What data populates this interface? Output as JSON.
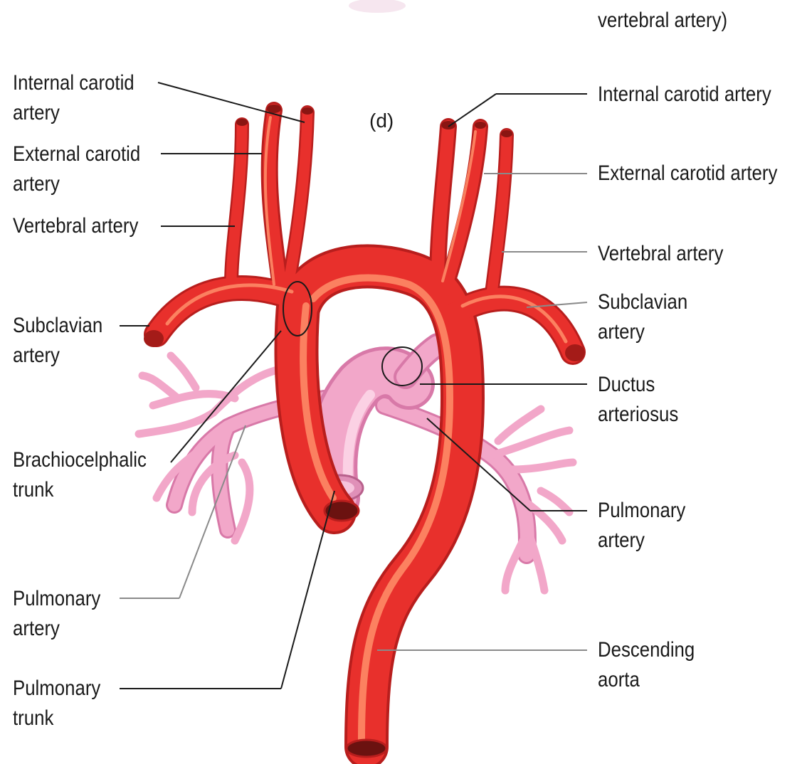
{
  "panel_label": "(d)",
  "top_fragment": "vertebral artery)",
  "colors": {
    "artery": "#e8302c",
    "artery_dark": "#b81e1d",
    "artery_highlight": "#ff8f6a",
    "pulmonary": "#f2a7c9",
    "pulmonary_dark": "#d879a8",
    "leader_line": "#1a1a1a"
  },
  "labels": {
    "left": {
      "internal_carotid": [
        "Internal carotid",
        "artery"
      ],
      "external_carotid": [
        "External carotid",
        "artery"
      ],
      "vertebral": [
        "Vertebral artery"
      ],
      "subclavian": [
        "Subclavian",
        "artery"
      ],
      "brachiocephalic": [
        "Brachiocelphalic",
        "trunk"
      ],
      "pulmonary_artery": [
        "Pulmonary",
        "artery"
      ],
      "pulmonary_trunk": [
        "Pulmonary",
        "trunk"
      ]
    },
    "right": {
      "internal_carotid": [
        "Internal carotid artery"
      ],
      "external_carotid": [
        "External carotid artery"
      ],
      "vertebral": [
        "Vertebral artery"
      ],
      "subclavian": [
        "Subclavian",
        "artery"
      ],
      "ductus": [
        "Ductus",
        "arteriosus"
      ],
      "pulmonary_artery": [
        "Pulmonary",
        "artery"
      ],
      "descending_aorta": [
        "Descending",
        "aorta"
      ]
    }
  }
}
